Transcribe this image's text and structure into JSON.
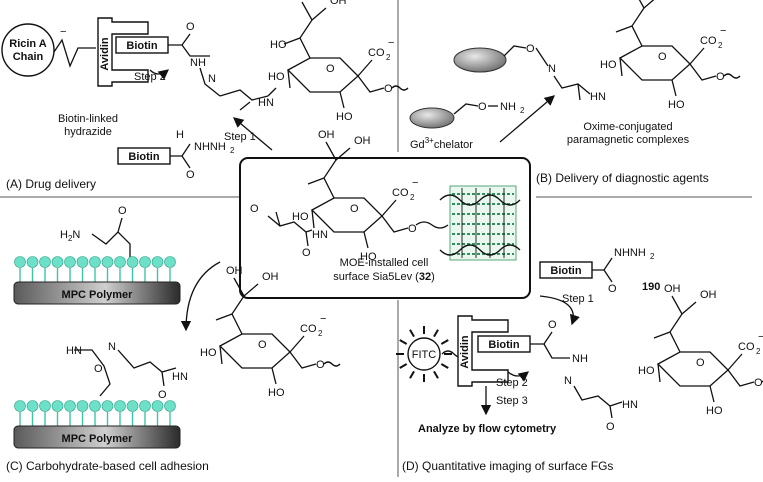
{
  "panels": {
    "a": {
      "caption": "(A) Drug delivery",
      "ricin_line1": "Ricin A",
      "ricin_line2": "Chain",
      "avidin": "Avidin",
      "biotin": "Biotin",
      "step1": "Step 1",
      "step2": "Step 2",
      "reagent_line1": "Biotin-linked",
      "reagent_line2": "hydrazide",
      "reagent_biotin": "Biotin",
      "nhnh2": "NHNH",
      "nhnh2_sub": "2"
    },
    "b": {
      "caption": "(B) Delivery of diagnostic agents",
      "nh2": "NH",
      "nh2_sub": "2",
      "chelator_gd": "Gd",
      "chelator_sup": "3+",
      "chelator_rest": "chelator",
      "product_line1": "Oxime-conjugated",
      "product_line2": "paramagnetic complexes"
    },
    "center": {
      "line1": "MOE-installed cell",
      "line2_pre": "surface Sia5Lev (",
      "compound": "32",
      "line2_post": ")"
    },
    "c": {
      "caption": "(C) Carbohydrate-based cell adhesion",
      "polymer_top": "MPC Polymer",
      "polymer_bottom": "MPC Polymer",
      "h2n": "H",
      "h2n_sub": "2",
      "h2n_rest": "N",
      "nh": "HN",
      "hn2": "HN"
    },
    "d": {
      "caption": "(D) Quantitative imaging of surface FGs",
      "biotin_reagent": "Biotin",
      "nhnh2": "NHNH",
      "nhnh2_sub": "2",
      "compound": "190",
      "step1": "Step 1",
      "step2": "Step 2",
      "step3": "Step 3",
      "fitc": "FITC",
      "avidin": "Avidin",
      "biotin": "Biotin",
      "flow": "Analyze by flow cytometry"
    },
    "sugar_atoms": {
      "oh": "OH",
      "ho": "HO",
      "o": "O",
      "n": "N",
      "hn": "HN",
      "co2": "CO",
      "co2_sub": "2",
      "charge": "−",
      "nh": "NH",
      "h": "H"
    }
  }
}
